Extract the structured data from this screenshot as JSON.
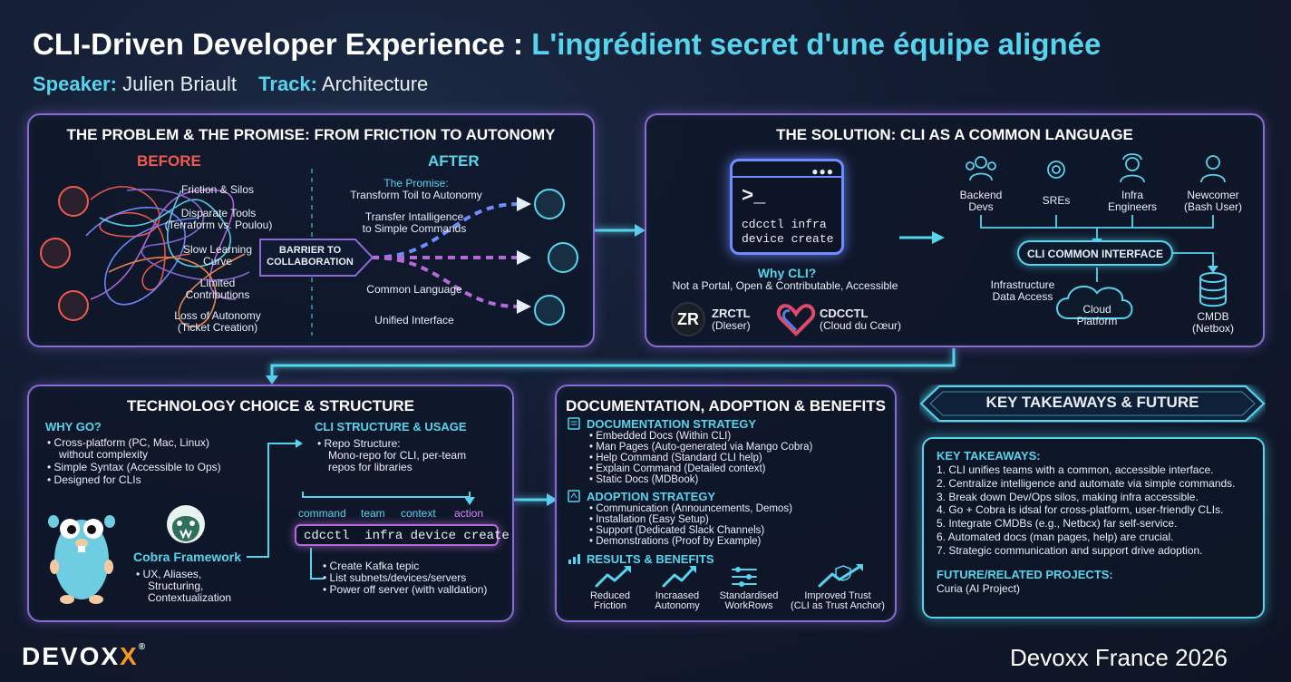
{
  "header": {
    "title_white": "CLI-Driven Developer Experience :",
    "title_cyan": "L'ingrédient secret d'une équipe alignée",
    "speaker_label": "Speaker:",
    "speaker": "Julien Briault",
    "track_label": "Track:",
    "track": "Architecture"
  },
  "panel1": {
    "title": "THE PROBLEM & THE PROMISE: FROM FRICTION TO AUTONOMY",
    "before": "BEFORE",
    "after": "AFTER",
    "problems": [
      {
        "l1": "Friction & Silos",
        "l2": ""
      },
      {
        "l1": "Disparate Tools",
        "l2": "(Terraform vs. Poulou)"
      },
      {
        "l1": "Slow Learning",
        "l2": "Curve"
      },
      {
        "l1": "Limited",
        "l2": "Contributions"
      },
      {
        "l1": "Loss of Autonomy",
        "l2": "(Ticket Creation)"
      }
    ],
    "barrier_l1": "BARRIER TO",
    "barrier_l2": "COLLABORATION",
    "promise_h": "The Promise:",
    "promise": "Transform Toil to Autonomy",
    "transfer_l1": "Transfer Intalligence",
    "transfer_l2": "to Simple Commands",
    "common": "Common Language",
    "unified": "Unified Interface"
  },
  "panel2": {
    "title": "THE SOLUTION: CLI AS A COMMON LANGUAGE",
    "prompt": ">_",
    "cmd_l1": "cdcctl infra",
    "cmd_l2": "device create",
    "why_h": "Why CLI?",
    "why": "Not a Portal, Open & Contributable, Accessible",
    "zr_logo": "ZR",
    "zr_name": "ZRCTL",
    "zr_sub": "(Dleser)",
    "cd_name": "CDCCTL",
    "cd_sub": "(Cloud du Cœur)",
    "users": [
      {
        "l1": "Backend",
        "l2": "Devs"
      },
      {
        "l1": "SREs",
        "l2": ""
      },
      {
        "l1": "Infra",
        "l2": "Engineers"
      },
      {
        "l1": "Newcomer",
        "l2": "(Bash User)"
      }
    ],
    "interface": "CLI COMMON INTERFACE",
    "infra_l1": "Infrastructure",
    "infra_l2": "Data Access",
    "cloud_l1": "Cloud",
    "cloud_l2": "Platform",
    "cmdb_l1": "CMDB",
    "cmdb_l2": "(Netbox)"
  },
  "panel3": {
    "title": "TECHNOLOGY CHOICE & STRUCTURE",
    "why_go": "WHY GO?",
    "go_points": [
      {
        "l1": "Cross-platform (PC, Mac, Linux)",
        "l2": "without complexity"
      },
      {
        "l1": "Simple Syntax (Accessible to Ops)",
        "l2": ""
      },
      {
        "l1": "Designed for CLIs",
        "l2": ""
      }
    ],
    "cobra": "Cobra Framework",
    "cobra_l1": "UX, Aliases,",
    "cobra_l2": "Structuring,",
    "cobra_l3": "Contextualization",
    "struct_h": "CLI STRUCTURE & USAGE",
    "repo_l1": "Repo Structure:",
    "repo_l2": "Mono-repo for CLI, per-team",
    "repo_l3": "repos for libraries",
    "labels": [
      "command",
      "team",
      "context",
      "action"
    ],
    "command": "cdcctl  infra device create",
    "examples": [
      "Create Kafka tepic",
      "List subnets/devices/servers",
      "Power off server (with valldation)"
    ]
  },
  "panel4": {
    "title": "DOCUMENTATION, ADOPTION & BENEFITS",
    "doc_h": "DOCUMENTATION STRATEGY",
    "doc_items": [
      "Embedded Docs (Within CLI)",
      "Man Pages (Auto-generated via Mango Cobra)",
      "Help Command (Standard CLI help)",
      "Explain Command (Detailed context)",
      "Static Docs (MDBook)"
    ],
    "adopt_h": "ADOPTION STRATEGY",
    "adopt_items": [
      "Communication (Announcements, Demos)",
      "Installation (Easy Setup)",
      "Support (Dedicated Slack Channels)",
      "Demonstrations (Proof by Example)"
    ],
    "results_h": "RESULTS & BENEFITS",
    "benefits": [
      {
        "l1": "Reduced",
        "l2": "Friction"
      },
      {
        "l1": "Incraased",
        "l2": "Autonomy"
      },
      {
        "l1": "Standardised",
        "l2": "WorkRows"
      },
      {
        "l1": "Improved Trust",
        "l2": "(CLI as Trust Anchor)"
      }
    ]
  },
  "panel5": {
    "title": "KEY TAKEAWAYS & FUTURE",
    "kt_h": "KEY TAKEAWAYS:",
    "takeaways": [
      "1. CLI unifies teams with a common, accessible interface.",
      "2. Centralize intelligence and automate via simple commands.",
      "3. Break down Dev/Ops silos, making infra accessible.",
      "4. Go + Cobra is idsal for cross-platform, user-friendly CLIs.",
      "5. Integrate CMDBs (e.g., Netbcx) far self-service.",
      "6. Automated docs (man pages, help) are crucial.",
      "7. Strategic communication and support drive adoption."
    ],
    "future_h": "FUTURE/RELATED PROJECTS:",
    "future": "Curia (AI Project)"
  },
  "footer": {
    "logo_a": "DEVO",
    "logo_b": "X",
    "logo_c": "X",
    "event": "Devoxx France 2026"
  },
  "colors": {
    "accent": "#56d4ee",
    "before": "#ef5a4e",
    "panel_border": "#8c6ad6"
  }
}
